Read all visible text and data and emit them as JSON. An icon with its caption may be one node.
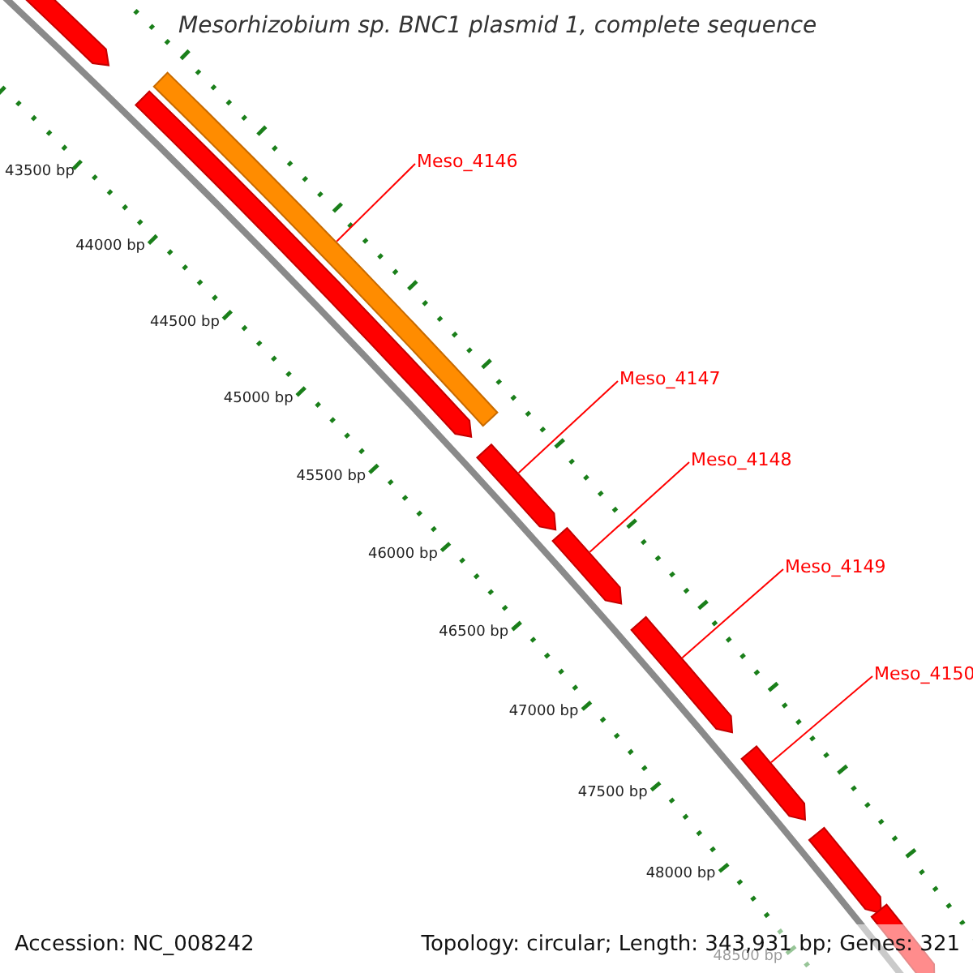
{
  "diagram": {
    "title": "Mesorhizobium sp. BNC1 plasmid 1, complete sequence",
    "nodes": [
      {
        "text": [],
        "shape": "bar"
      },
      {
        "text": [],
        "shape": "bar"
      },
      {
        "text": [],
        "shape": "bar"
      },
      {
        "text": [],
        "shape": "bar"
      },
      {
        "text": [],
        "shape": "bar"
      },
      {
        "text": [],
        "shape": "bar"
      },
      {
        "text": [],
        "shape": "bar"
      },
      {
        "text": [],
        "shape": "bar"
      },
      {
        "text": [],
        "shape": "bar"
      },
      {
        "text": [
          "Meso_4146"
        ]
      },
      {
        "text": [
          "Meso_4147"
        ]
      },
      {
        "text": [
          "Meso_4148"
        ]
      },
      {
        "text": [
          "Meso_4149"
        ]
      },
      {
        "text": [
          "Meso_4150"
        ]
      }
    ],
    "edges": [
      {
        "from": 9,
        "to": 1,
        "arrow": "none"
      },
      {
        "from": 10,
        "to": 3,
        "arrow": "none"
      },
      {
        "from": 11,
        "to": 4,
        "arrow": "none"
      },
      {
        "from": 12,
        "to": 5,
        "arrow": "none"
      },
      {
        "from": 13,
        "to": 6,
        "arrow": "none"
      }
    ],
    "labels": [
      "43500 bp",
      "44000 bp",
      "44500 bp",
      "45000 bp",
      "45500 bp",
      "46000 bp",
      "46500 bp",
      "47000 bp",
      "47500 bp",
      "48000 bp",
      "48500 bp",
      "Accession: NC_008242",
      "Topology: circular; Length: 343,931 bp; Genes: 321"
    ]
  }
}
